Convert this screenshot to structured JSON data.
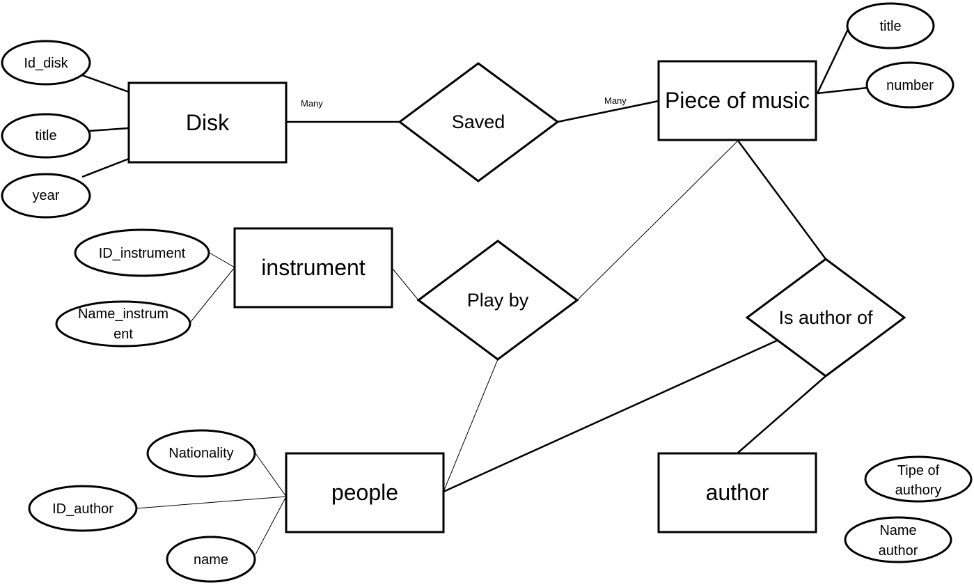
{
  "entities": {
    "disk": "Disk",
    "piece_of_music": "Piece of music",
    "instrument": "instrument",
    "people": "people",
    "author": "author"
  },
  "relationships": {
    "saved": "Saved",
    "play_by": "Play by",
    "is_author_of": "Is author of"
  },
  "attributes": {
    "id_disk": [
      "Id_disk"
    ],
    "disk_title": [
      "title"
    ],
    "year": [
      "year"
    ],
    "music_title": [
      "title"
    ],
    "number": [
      "number"
    ],
    "id_instrument": [
      "ID_instrument"
    ],
    "name_instrument": [
      "Name_instrum",
      "ent"
    ],
    "nationality": [
      "Nationality"
    ],
    "id_author": [
      "ID_author"
    ],
    "name": [
      "name"
    ],
    "tipe_of_authory": [
      "Tipe of",
      "authory"
    ],
    "name_author": [
      "Name",
      "author"
    ]
  },
  "cardinalities": {
    "disk_saved": "Many",
    "saved_music": "Many"
  }
}
